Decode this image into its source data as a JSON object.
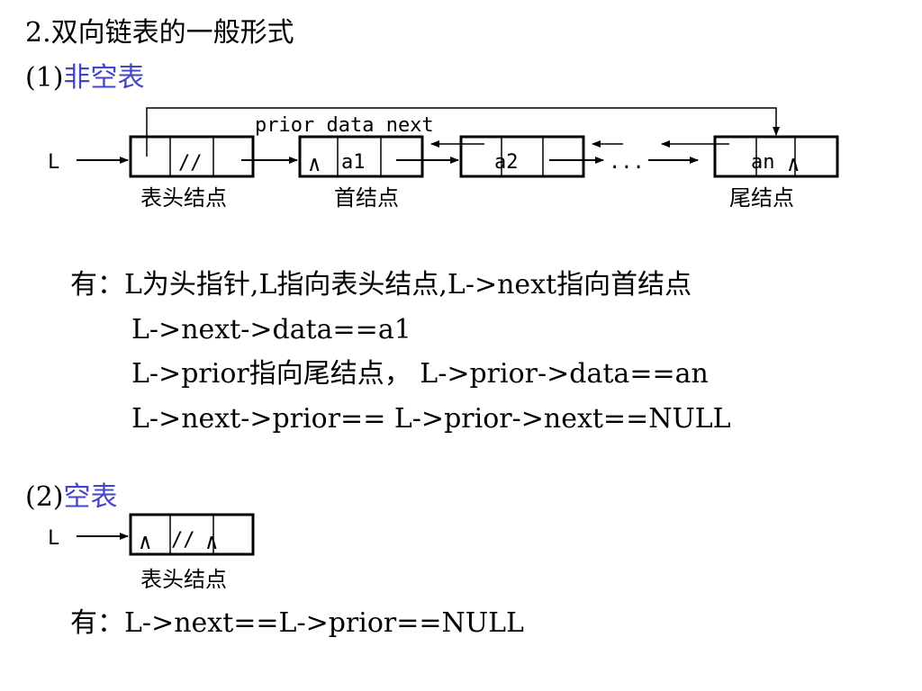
{
  "title": "2.双向链表的一般形式",
  "section1": {
    "number": "(1)",
    "label": "非空表"
  },
  "section2": {
    "number": "(2)",
    "label": "空表"
  },
  "diagram1": {
    "field_header": "prior data next",
    "pointer_label": "L",
    "head_null_mark": "//",
    "nodes": [
      "a1",
      "a2",
      "an"
    ],
    "ellipsis": "...",
    "null_symbol": "∧",
    "captions": {
      "head": "表头结点",
      "first": "首结点",
      "tail": "尾结点"
    }
  },
  "notes1": {
    "line1_prefix": "有：",
    "line1": "L为头指针,L指向表头结点,L->next指向首结点",
    "line2": "L->next->data==a1",
    "line3": "L->prior指向尾结点，  L->prior->data==an",
    "line4": "L->next->prior== L->prior->next==NULL"
  },
  "diagram2": {
    "pointer_label": "L",
    "head_null_mark": "//",
    "null_symbol": "∧",
    "caption": "表头结点"
  },
  "notes2": {
    "prefix": "有：",
    "line": "L->next==L->prior==NULL"
  },
  "colors": {
    "accent_blue": "#4545c8"
  }
}
